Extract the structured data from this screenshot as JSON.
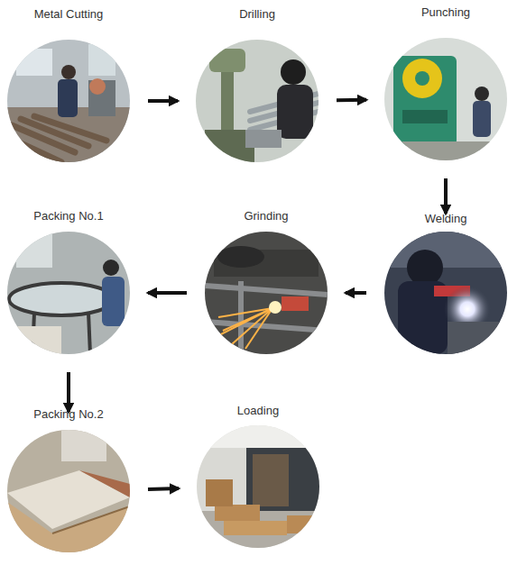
{
  "diagram": {
    "nodes": [
      {
        "text": [
          "Metal Cutting"
        ]
      },
      {
        "text": [
          "Drilling"
        ]
      },
      {
        "text": [
          "Punching"
        ]
      },
      {
        "text": [
          "Welding"
        ]
      },
      {
        "text": [
          "Grinding"
        ]
      },
      {
        "text": [
          "Packing No.1"
        ]
      },
      {
        "text": [
          "Packing No.2"
        ]
      },
      {
        "text": [
          "Loading"
        ]
      }
    ],
    "edges": [
      {
        "from": 0,
        "to": 1,
        "arrow": "to"
      },
      {
        "from": 1,
        "to": 2,
        "arrow": "to"
      },
      {
        "from": 2,
        "to": 3,
        "arrow": "to"
      },
      {
        "from": 3,
        "to": 4,
        "arrow": "to"
      },
      {
        "from": 4,
        "to": 5,
        "arrow": "to"
      },
      {
        "from": 5,
        "to": 6,
        "arrow": "to"
      },
      {
        "from": 6,
        "to": 7,
        "arrow": "to"
      }
    ]
  }
}
